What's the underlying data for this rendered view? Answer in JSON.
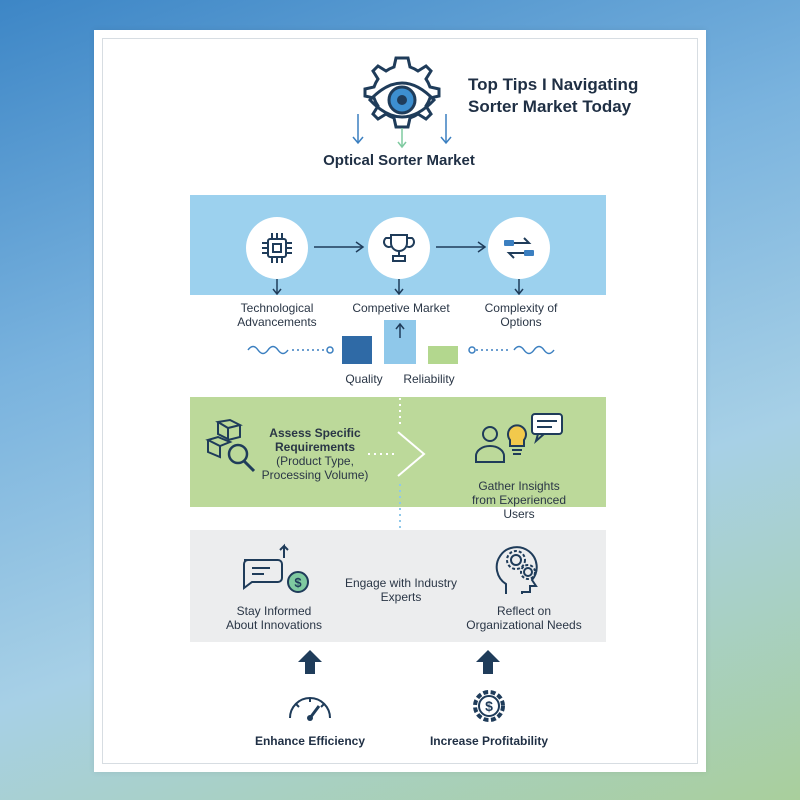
{
  "title": "Top Tips I Navigating Sorter Market Today",
  "title_line1": "Top Tips I Navigating",
  "title_line2": "Sorter Market Today",
  "subtitle": "Optical Sorter Market",
  "challenges": [
    {
      "icon": "chip-icon",
      "label_line1": "Technological",
      "label_line2": "Advancements"
    },
    {
      "icon": "trophy-icon",
      "label_line1": "Competive Market",
      "label_line2": ""
    },
    {
      "icon": "exchange-icon",
      "label_line1": "Complexity of",
      "label_line2": "Options"
    }
  ],
  "factors": [
    {
      "label": "Quality",
      "color": "#2f6aa6"
    },
    {
      "label": "Reliability",
      "color": "#8fc8ea"
    },
    {
      "label": "",
      "color": "#b3d78e"
    }
  ],
  "tips": {
    "assess_line1": "Assess Specific",
    "assess_line2": "Requirements",
    "assess_line3": "(Product Type,",
    "assess_line4": "Processing Volume)",
    "gather_line1": "Gather Insights",
    "gather_line2": "from Experienced",
    "gather_line3": "Users",
    "stay_line1": "Stay Informed",
    "stay_line2": "About Innovations",
    "engage_line1": "Engage with Industry",
    "engage_line2": "Experts",
    "reflect_line1": "Reflect on",
    "reflect_line2": "Organizational Needs"
  },
  "outcomes": [
    {
      "icon": "gauge-icon",
      "label": "Enhance Efficiency"
    },
    {
      "icon": "dollar-gear-icon",
      "label": "Increase Profitability"
    }
  ],
  "colors": {
    "navy": "#1f3c5a",
    "blue_band": "#9cd1ee",
    "green_band": "#bcd99a",
    "gray_band": "#ecedee",
    "accent_blue": "#3b7fc0"
  }
}
